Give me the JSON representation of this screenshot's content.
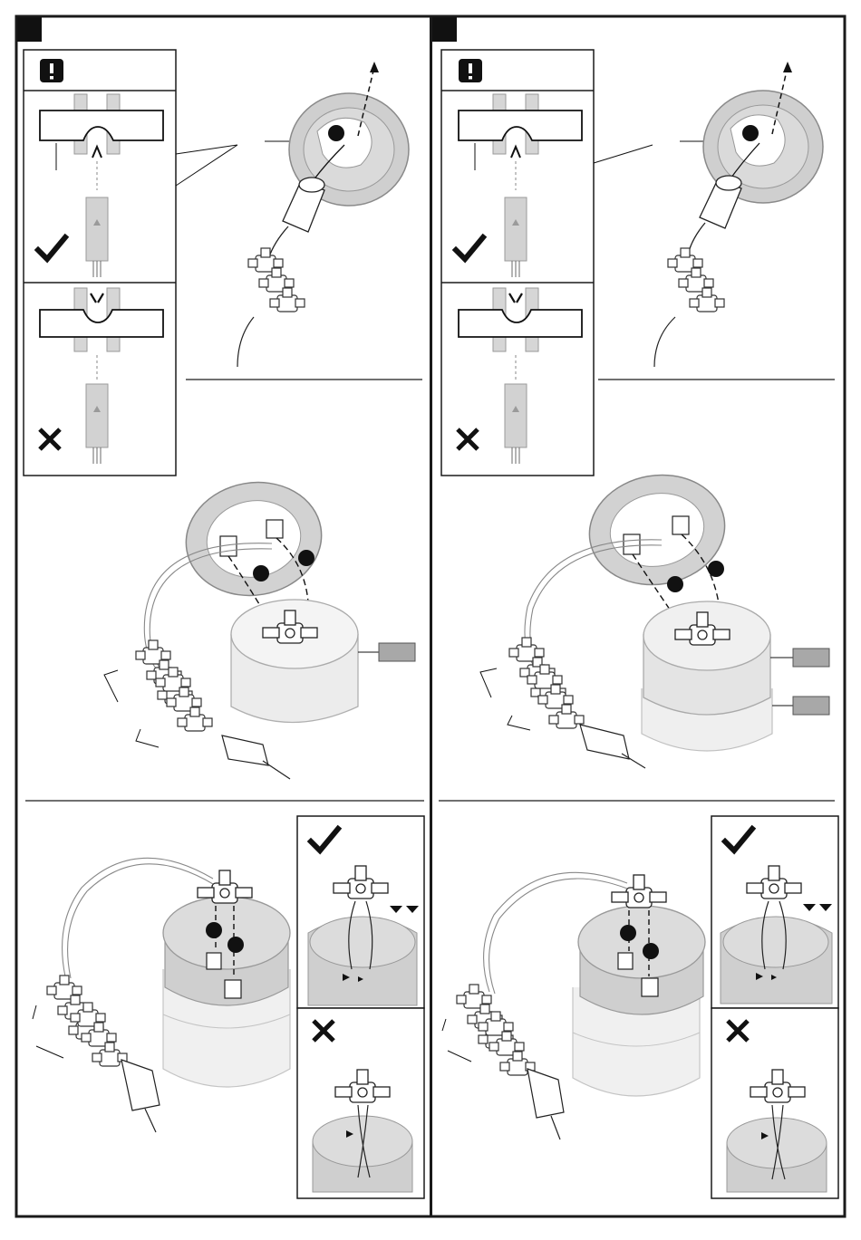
{
  "page": {
    "background": "#ffffff",
    "ink": "#1a1a1a",
    "part_gray": "#cfcfcf",
    "part_stroke": "#8a8a8a",
    "label_fill": "#a8a8a8"
  },
  "panels": [
    {
      "id": "left",
      "step_marker": "black-square",
      "warning_icon": "exclamation-icon",
      "check_icon": "checkmark-icon",
      "cross_icon": "cross-icon",
      "gray_labels": 1
    },
    {
      "id": "right",
      "step_marker": "black-square",
      "warning_icon": "exclamation-icon",
      "check_icon": "checkmark-icon",
      "cross_icon": "cross-icon",
      "gray_labels": 2
    }
  ]
}
